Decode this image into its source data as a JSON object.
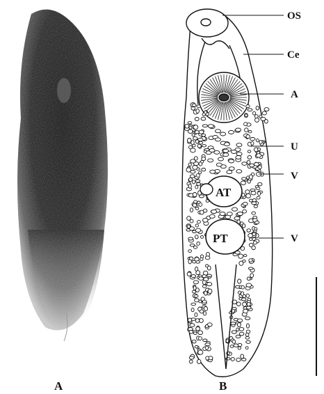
{
  "panels": [
    {
      "letter": "A"
    },
    {
      "letter": "B"
    }
  ],
  "structure_labels": {
    "os": "OS",
    "ce": "Ce",
    "a": "A",
    "u": "U",
    "v1": "V",
    "v2": "V",
    "at": "AT",
    "pt": "PT"
  },
  "colors": {
    "ink": "#111111",
    "background": "#ffffff"
  }
}
